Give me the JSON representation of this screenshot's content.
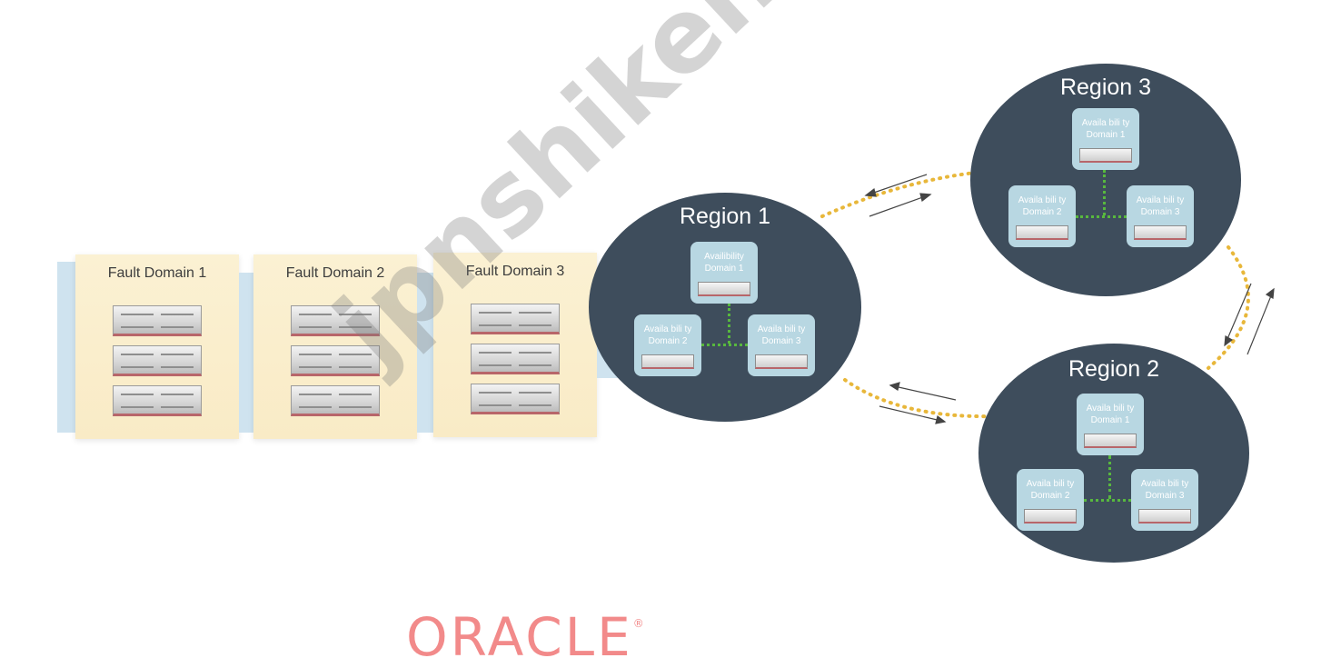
{
  "fault_domains": [
    {
      "label": "Fault Domain 1",
      "servers": 3
    },
    {
      "label": "Fault Domain 2",
      "servers": 3
    },
    {
      "label": "Fault Domain 3",
      "servers": 3
    }
  ],
  "regions": [
    {
      "name": "Region 1",
      "availability_domains": [
        "Availibility\nDomain  1",
        "Availa bili ty\nDomain  2",
        "Availa bili ty\nDomain  3"
      ]
    },
    {
      "name": "Region 2",
      "availability_domains": [
        "Availa bili ty\nDomain  1",
        "Availa bili ty\nDomain  2",
        "Availa bili ty\nDomain  3"
      ]
    },
    {
      "name": "Region 3",
      "availability_domains": [
        "Availa bili ty\nDomain  1",
        "Availa bili ty\nDomain  2",
        "Availa bili ty\nDomain  3"
      ]
    }
  ],
  "watermark": "jpnshiken.com",
  "logo": {
    "text": "ORACLE",
    "mark": "®"
  },
  "colors": {
    "region_fill": "#3e4d5c",
    "ad_fill": "#b8d7e2",
    "fault_domain_fill": "#fbf1d3",
    "connector_dots": "#e8b73a",
    "ad_link_dots": "#58b83e",
    "logo": "#f28a8a"
  }
}
